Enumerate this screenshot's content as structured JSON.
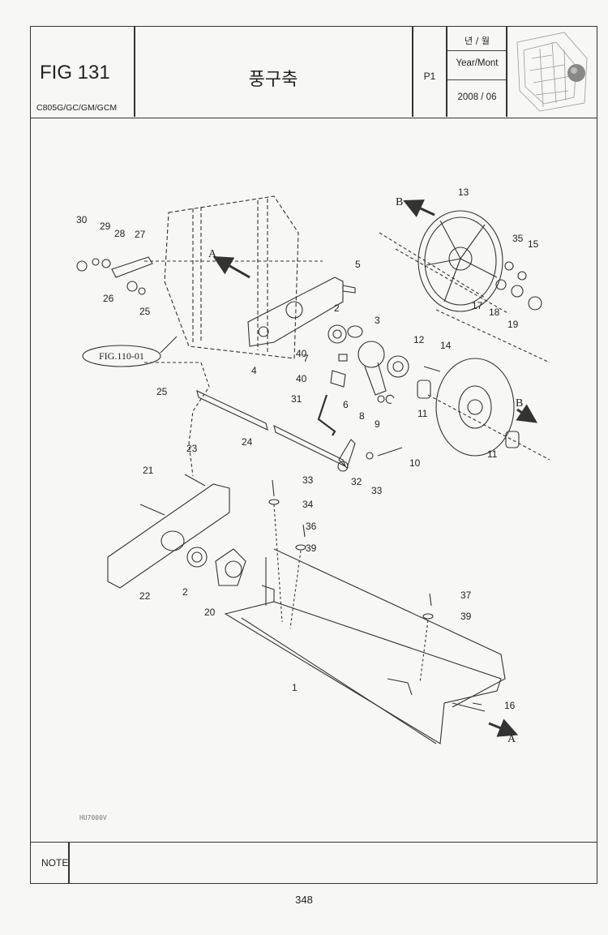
{
  "header": {
    "fig": "FIG 131",
    "models": "C805G/GC/GM/GCM",
    "title": "풍구축",
    "page_code": "P1",
    "year_month_ko": "년 / 월",
    "year_month_en": "Year/Mont",
    "date": "2008 / 06"
  },
  "diagram": {
    "ref_label": "FIG.110-01",
    "arrow_a": "A",
    "arrow_b": "B",
    "image_code": "HU7000V",
    "callouts": [
      "1",
      "2",
      "2",
      "3",
      "4",
      "5",
      "6",
      "7",
      "8",
      "9",
      "10",
      "11",
      "11",
      "12",
      "13",
      "14",
      "15",
      "16",
      "17",
      "18",
      "19",
      "20",
      "21",
      "22",
      "23",
      "24",
      "25",
      "25",
      "26",
      "27",
      "28",
      "29",
      "30",
      "31",
      "32",
      "33",
      "33",
      "34",
      "35",
      "36",
      "37",
      "39",
      "39",
      "40",
      "40"
    ]
  },
  "note": {
    "label": "NOTE"
  },
  "page_number": "348"
}
